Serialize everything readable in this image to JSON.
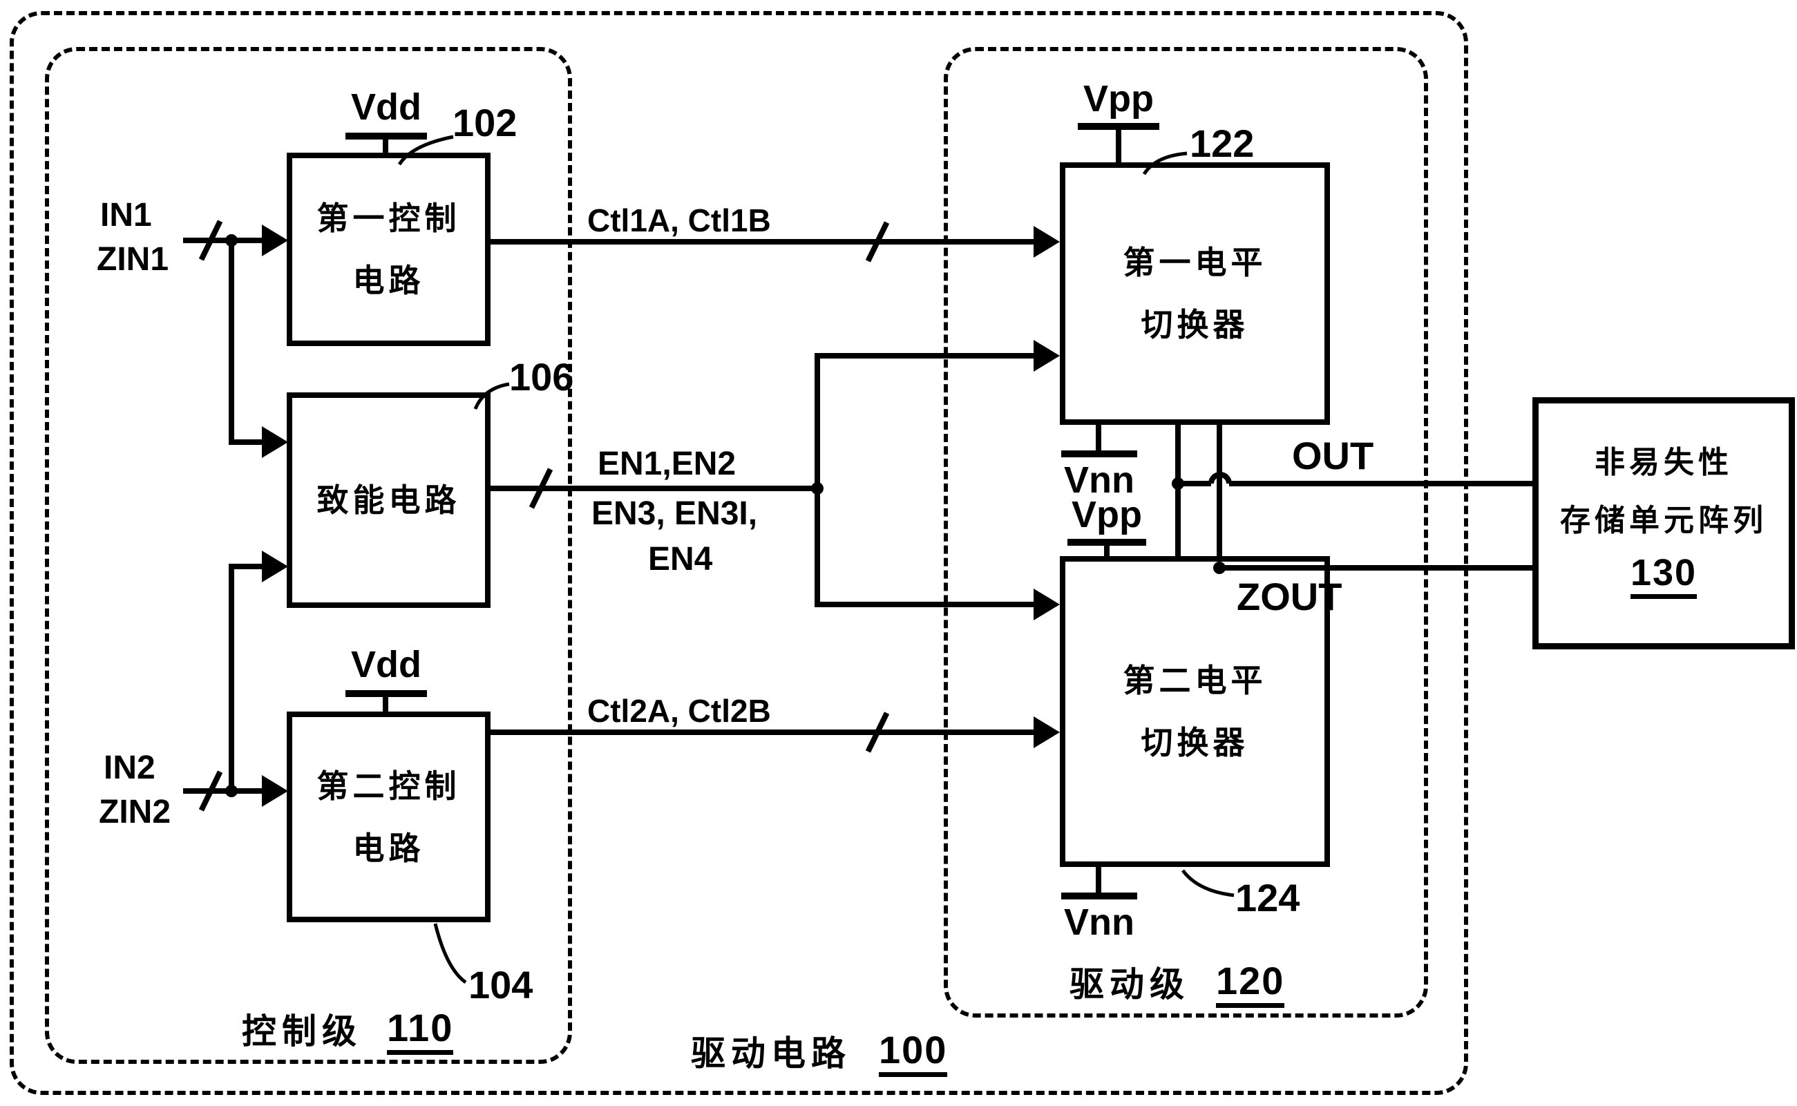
{
  "colors": {
    "ink": "#000000",
    "background": "#ffffff"
  },
  "inputs": {
    "in1": "IN1",
    "zin1": "ZIN1",
    "in2": "IN2",
    "zin2": "ZIN2"
  },
  "supplies": {
    "vdd_top": "Vdd",
    "vdd_bottom": "Vdd",
    "vpp_ls1": "Vpp",
    "vnn_ls1": "Vnn",
    "vpp_ls2": "Vpp",
    "vnn_ls2": "Vnn"
  },
  "buses": {
    "ctl1": "Ctl1A, Ctl1B",
    "ctl2": "Ctl2A, Ctl2B",
    "en_line1": "EN1,EN2",
    "en_line2": "EN3, EN3I,",
    "en_line3": "EN4"
  },
  "outputs": {
    "out": "OUT",
    "zout": "ZOUT"
  },
  "blocks": {
    "first_control": {
      "line1": "第一控制",
      "line2": "电路",
      "ref": "102"
    },
    "enable": {
      "line1": "致能电路",
      "ref": "106"
    },
    "second_control": {
      "line1": "第二控制",
      "line2": "电路",
      "ref": "104"
    },
    "first_level_shifter": {
      "line1": "第一电平",
      "line2": "切换器",
      "ref": "122"
    },
    "second_level_shifter": {
      "line1": "第二电平",
      "line2": "切换器",
      "ref": "124"
    },
    "memory_array": {
      "line1": "非易失性",
      "line2": "存储单元阵列",
      "ref": "130"
    }
  },
  "stages": {
    "control": {
      "label": "控制级",
      "ref": "110"
    },
    "driver": {
      "label": "驱动级",
      "ref": "120"
    },
    "outer": {
      "label": "驱动电路",
      "ref": "100"
    }
  }
}
